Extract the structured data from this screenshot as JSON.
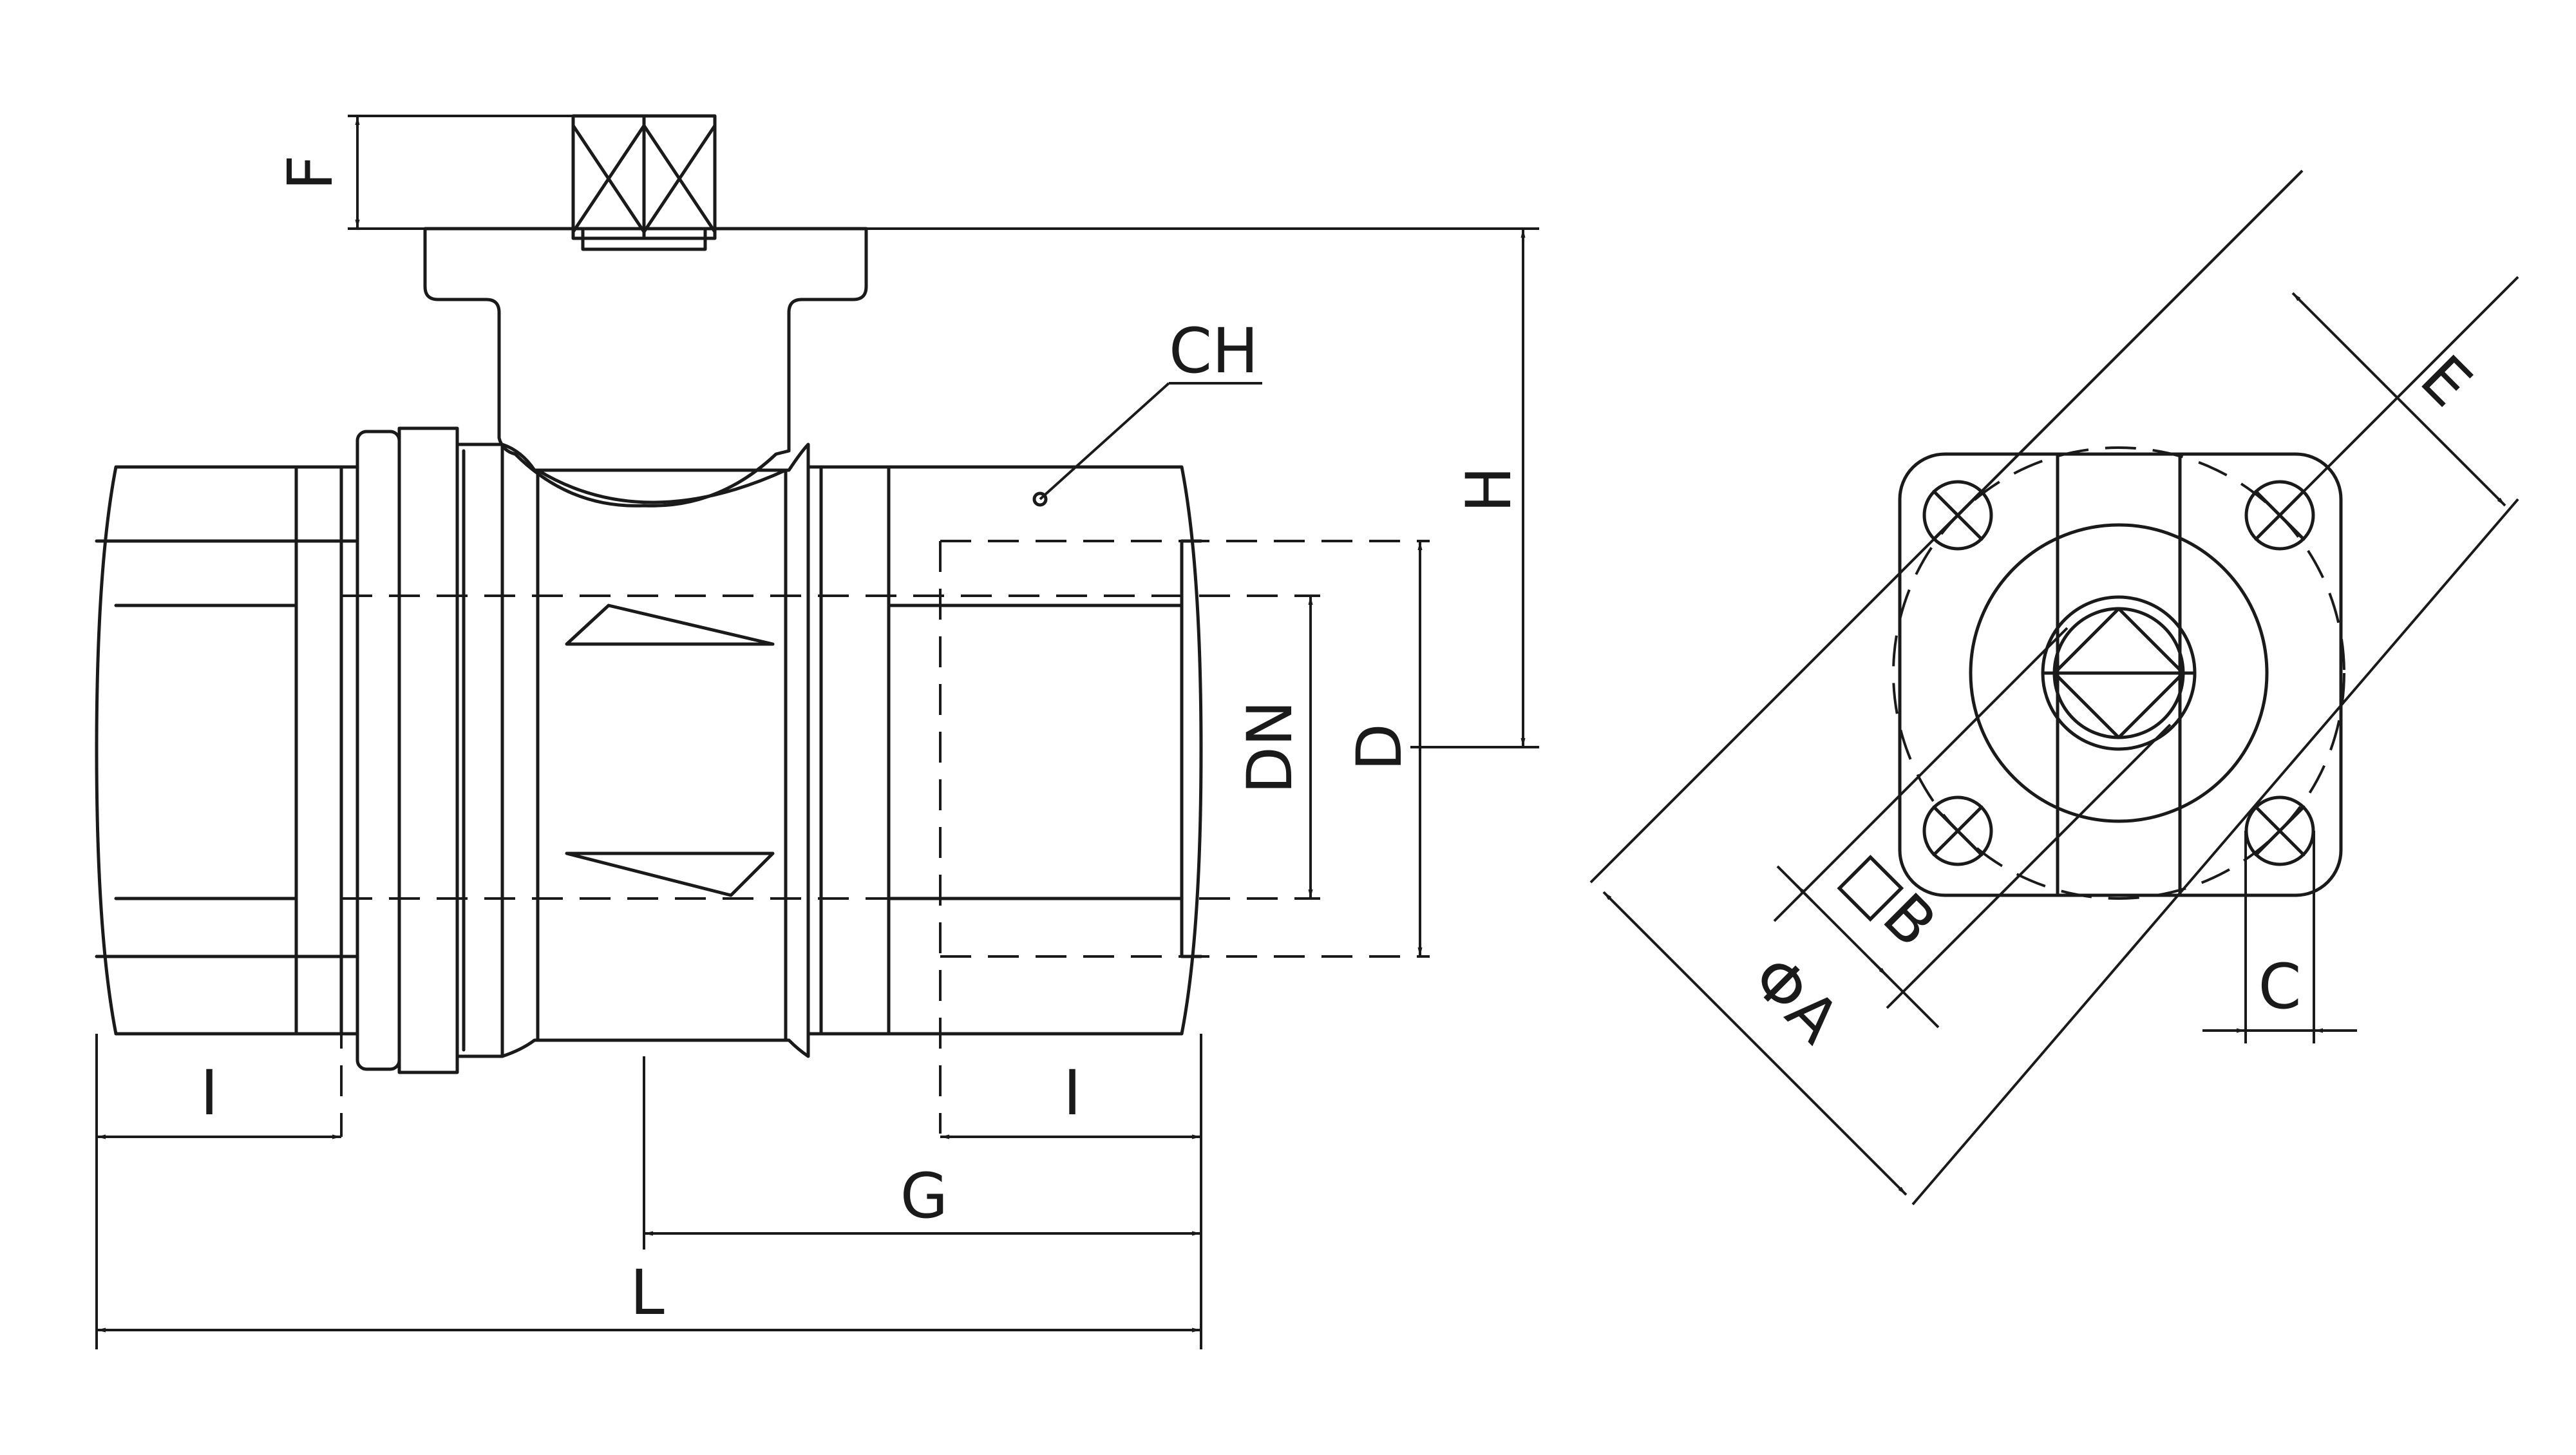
{
  "labels": {
    "F": "F",
    "H": "H",
    "CH": "CH",
    "DN": "DN",
    "D": "D",
    "I_left": "I",
    "I_right": "I",
    "G": "G",
    "L": "L",
    "E": "E",
    "B": "□B",
    "A": "ΦA",
    "C": "C"
  },
  "colors": {
    "line": "#1a1a1a",
    "background": "#ffffff"
  }
}
